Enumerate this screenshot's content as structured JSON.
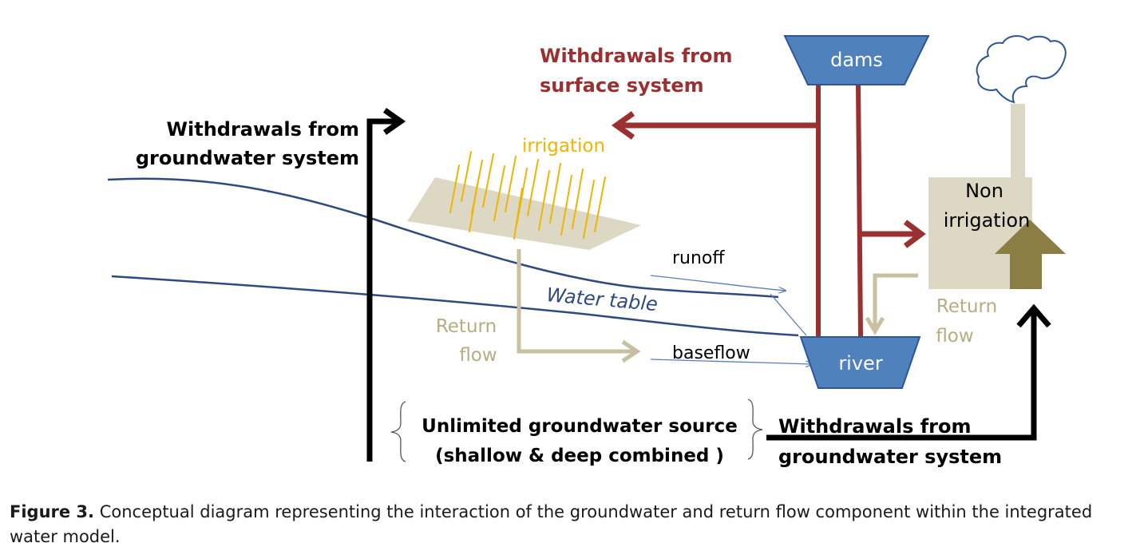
{
  "labels": {
    "dams": "dams",
    "river": "river",
    "withdrawals_surface_line1": "Withdrawals from",
    "withdrawals_surface_line2": "surface system",
    "withdrawals_gw_left_line1": "Withdrawals from",
    "withdrawals_gw_left_line2": "groundwater system",
    "irrigation": "irrigation",
    "non_irrigation_line1": "Non",
    "non_irrigation_line2": "irrigation",
    "runoff": "runoff",
    "water_table": "Water table",
    "return_flow_left_line1": "Return",
    "return_flow_left_line2": "flow",
    "baseflow": "baseflow",
    "return_flow_right_line1": "Return",
    "return_flow_right_line2": "flow",
    "unlimited_line1": "Unlimited groundwater source",
    "unlimited_line2": "(shallow & deep combined )",
    "withdrawals_gw_right_line1": "Withdrawals from",
    "withdrawals_gw_right_line2": "groundwater system"
  },
  "caption": {
    "label": "Figure 3.",
    "text": " Conceptual diagram representing the interaction of the groundwater and return flow component within the integrated water model."
  },
  "colors": {
    "blue_box": "#4f81bd",
    "blue_outline": "#2f5597",
    "dark_red": "#9b3030",
    "tan": "#c8c0a2",
    "tan_light": "#ddd8c4",
    "olive": "#8b7e45",
    "irrigation_yellow": "#f0b400",
    "water_line": "#2e4a80",
    "black": "#000000"
  }
}
